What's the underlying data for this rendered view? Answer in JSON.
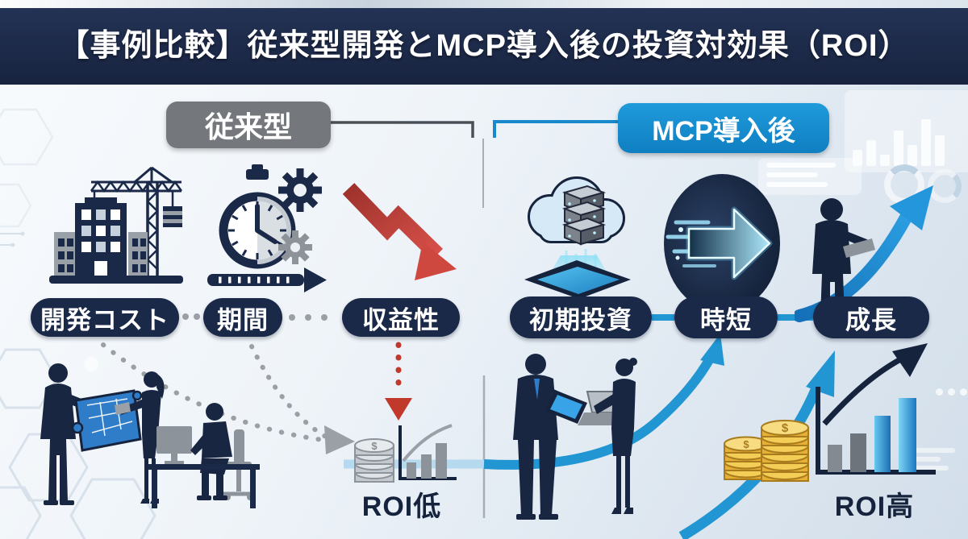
{
  "header": {
    "title": "【事例比較】従来型開発とMCP導入後の投資対効果（ROI）"
  },
  "comparison": {
    "traditional": {
      "label": "従来型",
      "steps": [
        {
          "label": "開発コスト",
          "icon": "building-crane-icon"
        },
        {
          "label": "期間",
          "icon": "stopwatch-gears-icon"
        },
        {
          "label": "収益性",
          "icon": "declining-arrow-icon"
        }
      ],
      "result": "ROI低"
    },
    "mcp": {
      "label": "MCP導入後",
      "steps": [
        {
          "label": "初期投資",
          "icon": "cloud-server-icon"
        },
        {
          "label": "時短",
          "icon": "speed-arrow-icon"
        },
        {
          "label": "成長",
          "icon": "growth-arrow-person-icon"
        }
      ],
      "result": "ROI高"
    }
  },
  "coins": {
    "symbol": "$"
  },
  "colors": {
    "header_bg": "#1c2a48",
    "traditional_gray": "#74787c",
    "mcp_blue": "#1789cc",
    "pill_navy": "#1b2949",
    "decline_red": "#c8423a",
    "growth_blue": "#2196d3",
    "silhouette_navy": "#182642",
    "coin_gold": "#e8b23e",
    "coin_silver": "#c3c9cf"
  }
}
